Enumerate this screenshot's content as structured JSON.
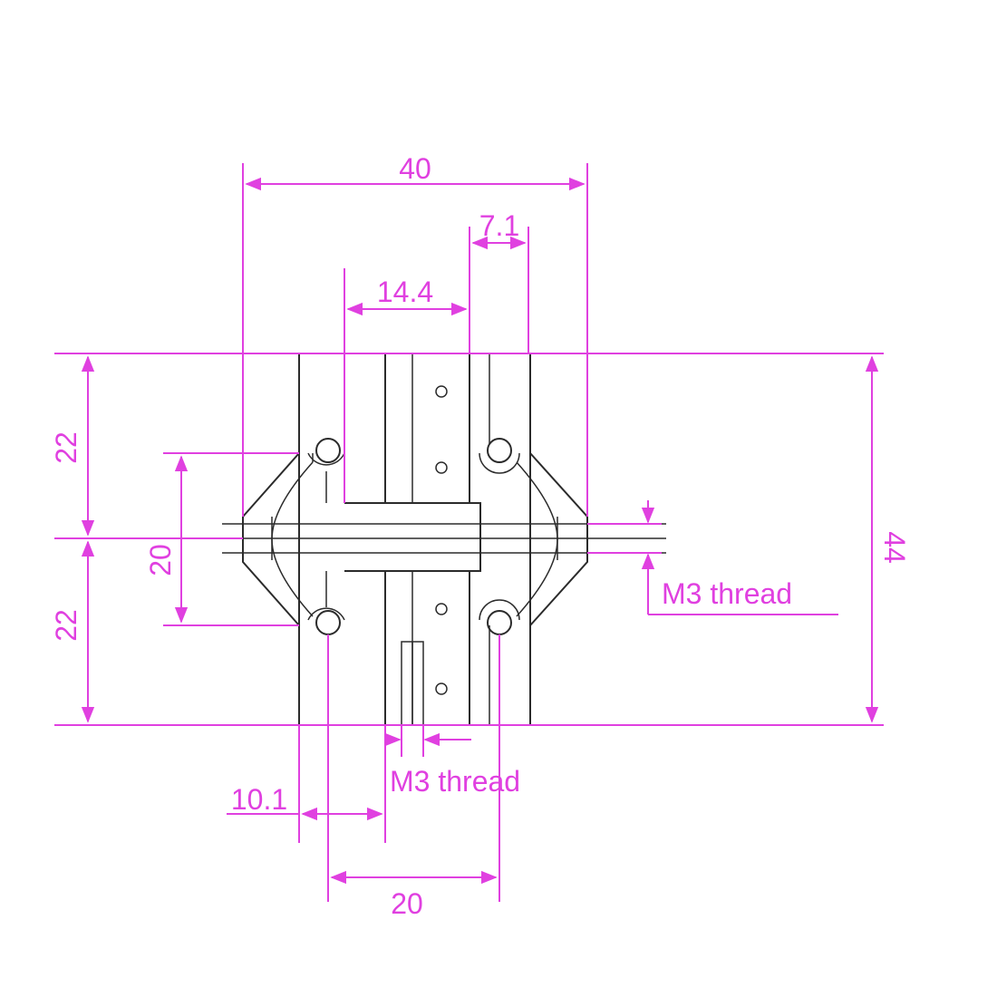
{
  "diagram": {
    "accent_color": "#e040e0",
    "outline_color": "#2b2b2b",
    "dimensions": {
      "overall_width": "40",
      "slot_offset": "7.1",
      "center_offset": "14.4",
      "upper_height": "22",
      "lower_height": "22",
      "hole_spacing_vertical": "20",
      "overall_height": "44",
      "left_offset": "10.1",
      "hole_spacing_horizontal": "20"
    },
    "callouts": {
      "side_thread": "M3 thread",
      "bottom_thread": "M3 thread"
    }
  }
}
